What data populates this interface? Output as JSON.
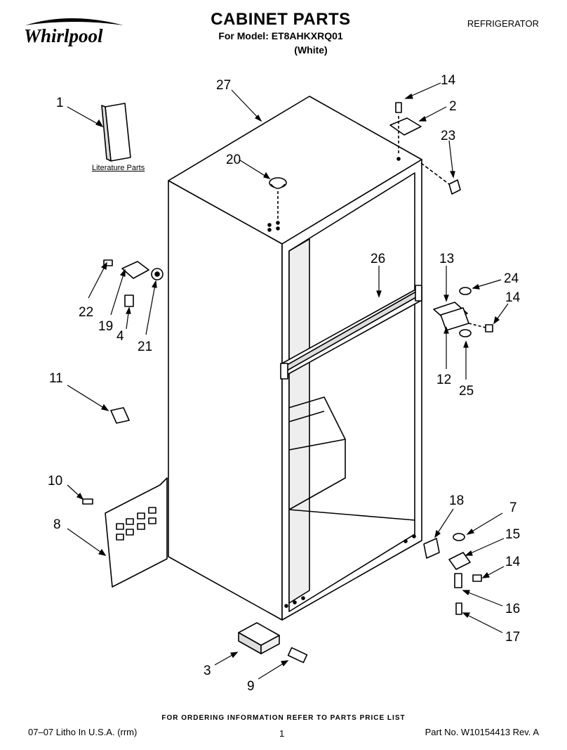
{
  "header": {
    "brand": "Whirlpool",
    "title": "CABINET PARTS",
    "model_line": "For Model: ET8AHKXRQ01",
    "color_line": "(White)",
    "category": "REFRIGERATOR"
  },
  "diagram": {
    "literature_label": "Literature Parts",
    "callouts": [
      "1",
      "2",
      "3",
      "4",
      "7",
      "8",
      "9",
      "10",
      "11",
      "12",
      "13",
      "14",
      "15",
      "16",
      "17",
      "18",
      "19",
      "20",
      "21",
      "22",
      "23",
      "24",
      "25",
      "26",
      "27"
    ]
  },
  "footer": {
    "ordering_note": "FOR ORDERING INFORMATION REFER TO PARTS PRICE LIST",
    "litho": "07–07 Litho In U.S.A. (rrm)",
    "page_number": "1",
    "part_number": "Part No. W10154413 Rev. A"
  }
}
